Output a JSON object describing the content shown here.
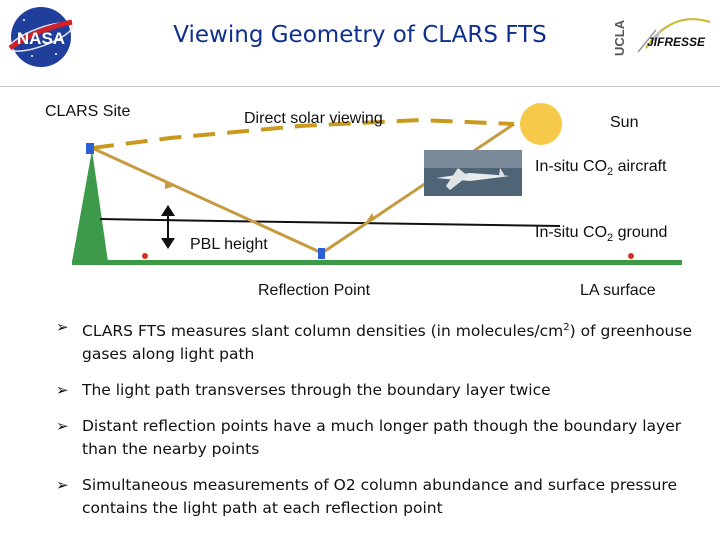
{
  "title": "Viewing Geometry of CLARS FTS",
  "logos": {
    "nasa": "NASA",
    "ucla": "UCLA",
    "jifresse": "JIFRESSE"
  },
  "diagram": {
    "clars_site": "CLARS Site",
    "direct_solar": "Direct solar viewing",
    "sun": "Sun",
    "aircraft": {
      "prefix": "In-situ CO",
      "sub": "2",
      "suffix": " aircraft"
    },
    "ground": {
      "prefix": "In-situ CO",
      "sub": "2",
      "suffix": " ground"
    },
    "pbl": "PBL height",
    "reflection": "Reflection Point",
    "la_surface": "LA surface",
    "colors": {
      "mountain": "#3d9a4a",
      "surface": "#3c9a46",
      "path": "#c69a3f",
      "dashed_path": "#c99a1e",
      "sun": "#f7c948",
      "site_marker": "#2b5fd6",
      "site_dot": "#d83020"
    }
  },
  "bullets": [
    {
      "pre": "CLARS FTS measures slant column densities (in molecules/cm",
      "sup": "2",
      "post": ") of greenhouse gases along light path"
    },
    {
      "pre": "The light path transverses  through the boundary layer twice",
      "sup": "",
      "post": ""
    },
    {
      "pre": "Distant reflection points have a much longer path though the boundary layer than the nearby points",
      "sup": "",
      "post": ""
    },
    {
      "pre": "Simultaneous measurements of O2 column abundance  and surface pressure contains the light path at each reflection point",
      "sup": "",
      "post": ""
    }
  ],
  "bullet_icon": "arrow-bullet-icon"
}
